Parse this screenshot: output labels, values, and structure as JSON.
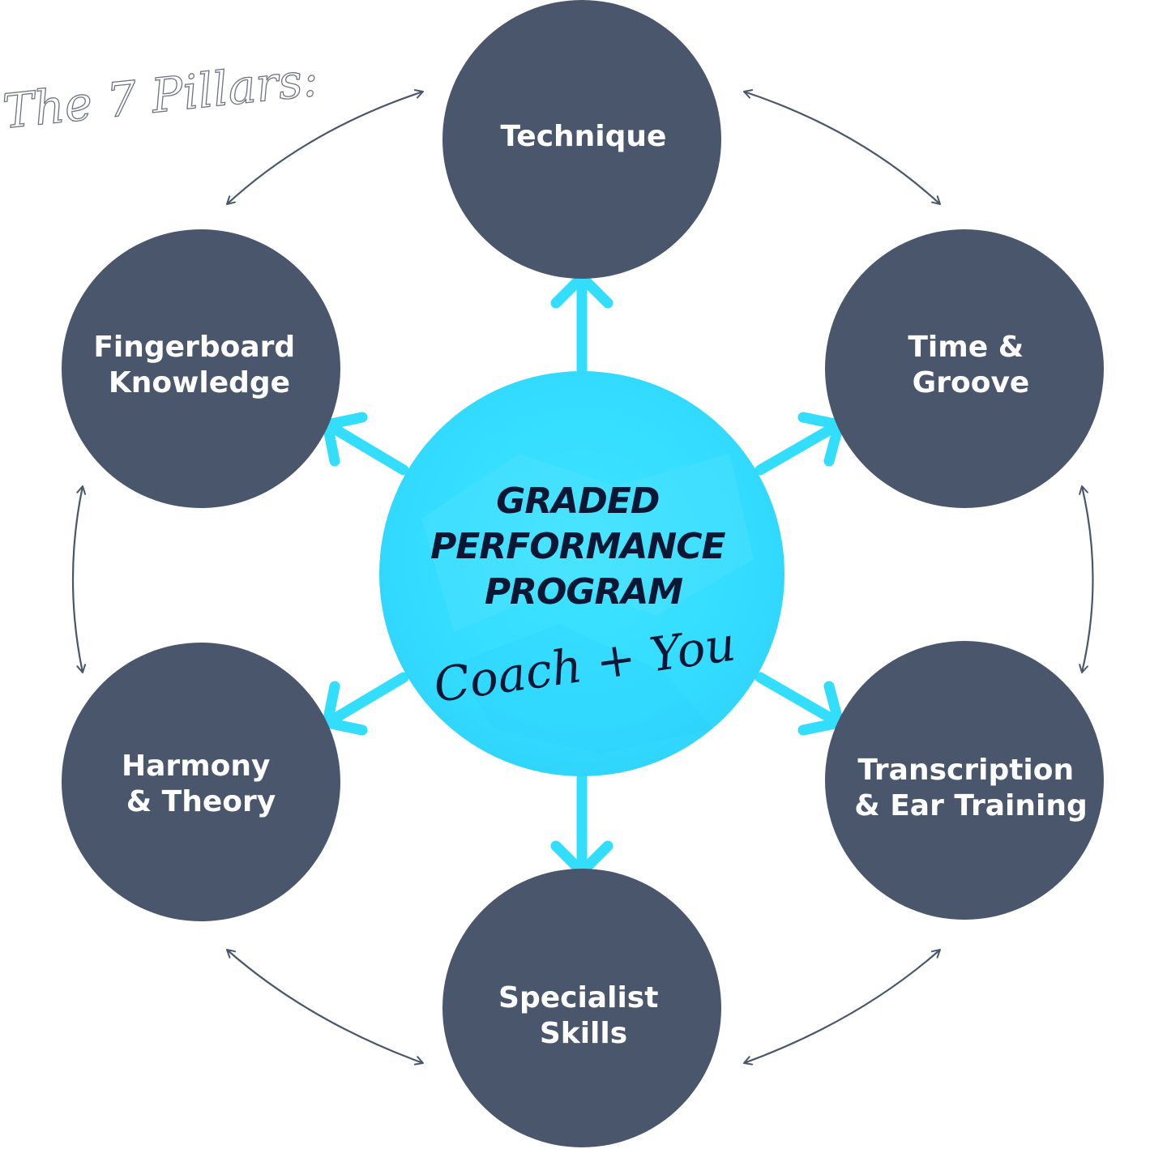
{
  "heading": "The 7 Pillars:",
  "hub": {
    "title_lines": [
      "GRADED",
      "PERFORMANCE",
      "PROGRAM"
    ],
    "subtitle": "Coach + You"
  },
  "pillars": [
    {
      "id": "technique",
      "lines": [
        "Technique"
      ]
    },
    {
      "id": "time-groove",
      "lines": [
        "Time &",
        "Groove"
      ]
    },
    {
      "id": "transcription-ear-training",
      "lines": [
        "Transcription",
        "& Ear Training"
      ]
    },
    {
      "id": "specialist-skills",
      "lines": [
        "Specialist",
        "Skills"
      ]
    },
    {
      "id": "harmony-theory",
      "lines": [
        "Harmony",
        "& Theory"
      ]
    },
    {
      "id": "fingerboard-knowledge",
      "lines": [
        "Fingerboard",
        "Knowledge"
      ]
    }
  ],
  "colors": {
    "pillar_fill": "#4a566b",
    "hub_fill": "#33dcff",
    "hub_arrow": "#33ddfc",
    "connector": "#4a566b",
    "hub_text": "#0d1733",
    "pillar_text": "#ffffff"
  }
}
